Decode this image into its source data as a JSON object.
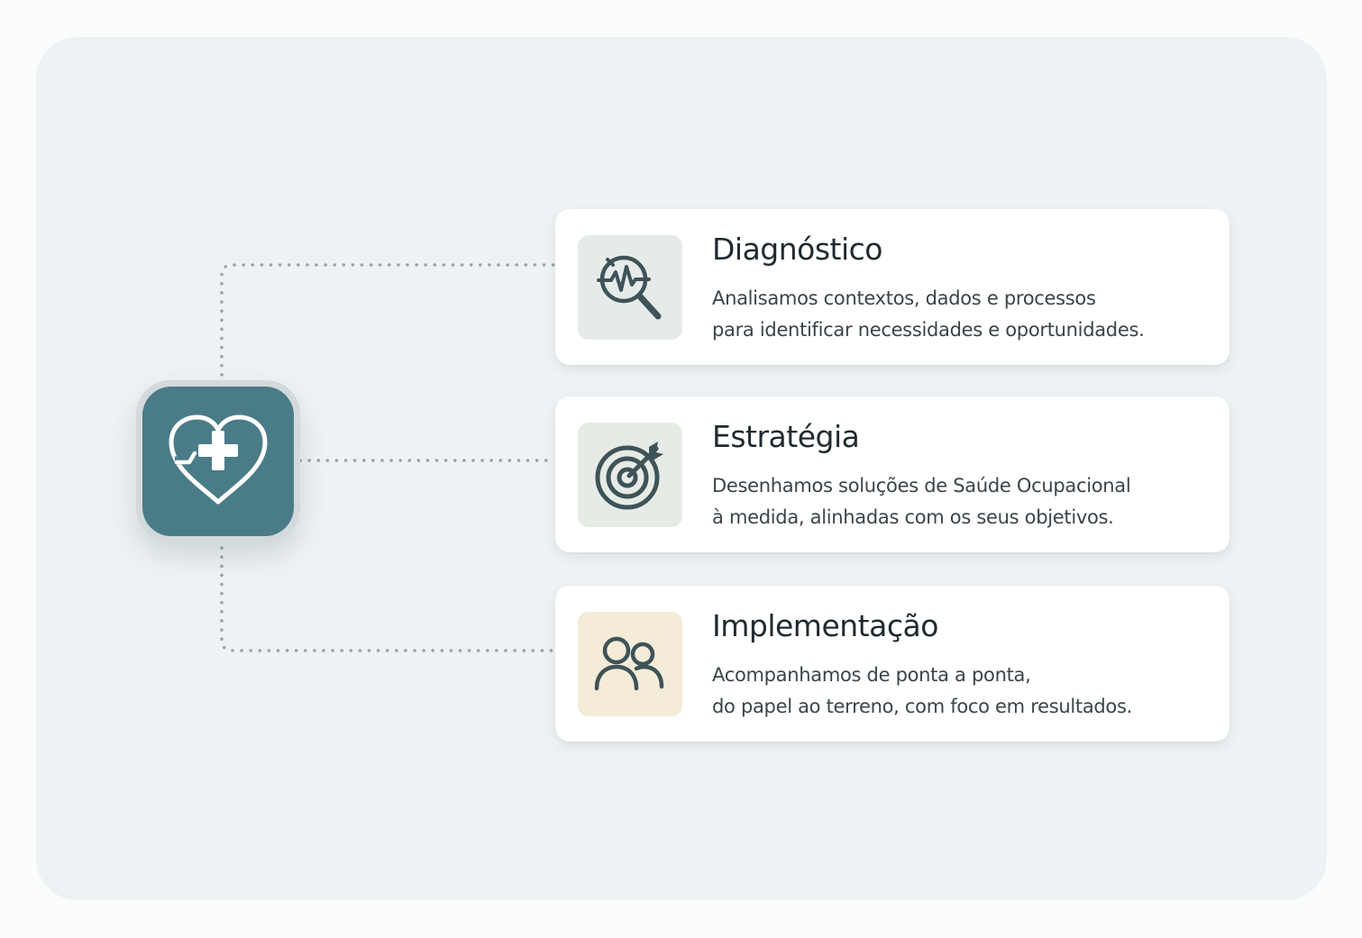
{
  "hub": {
    "icon": "heart-plus-icon",
    "color": "#4a7c87"
  },
  "cards": [
    {
      "title": "Diagnóstico",
      "desc_line1": "Analisamos contextos, dados e processos",
      "desc_line2": "para identificar necessidades e oportunidades.",
      "icon": "diagnosis-magnifier-icon",
      "icon_bg": "#e6ebea"
    },
    {
      "title": "Estratégia",
      "desc_line1": "Desenhamos soluções de Saúde Ocupacional",
      "desc_line2": "à medida, alinhadas com os seus objetivos.",
      "icon": "target-icon",
      "icon_bg": "#e6ebe6"
    },
    {
      "title": "Implementação",
      "desc_line1": "Acompanhamos de ponta a ponta,",
      "desc_line2": "do papel ao terreno, com foco em resultados.",
      "icon": "people-icon",
      "icon_bg": "#f4ecd8"
    }
  ],
  "colors": {
    "background": "#eef2f4",
    "accent": "#4a7c87",
    "icon_stroke": "#3e5358",
    "connector": "#9aa3a7"
  }
}
